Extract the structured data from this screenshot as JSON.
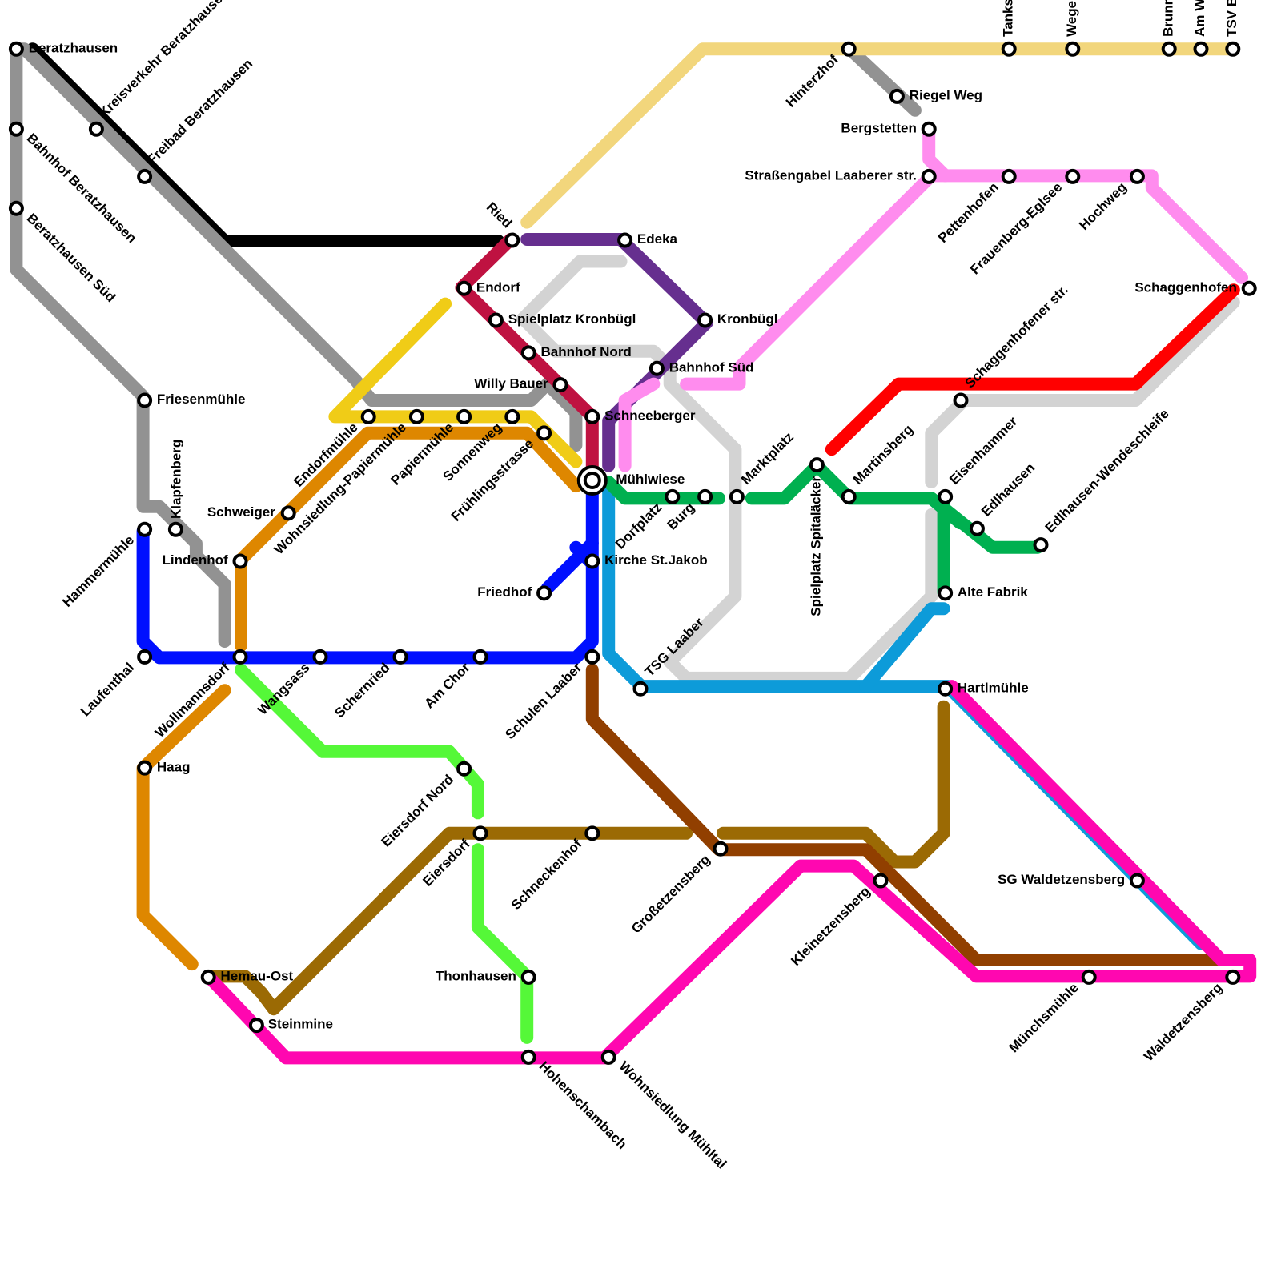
{
  "lines": [
    {
      "id": "black",
      "color": "#000000"
    },
    {
      "id": "grey",
      "color": "#929292"
    },
    {
      "id": "lightgrey",
      "color": "#d3d3d3"
    },
    {
      "id": "sand",
      "color": "#f2d67c"
    },
    {
      "id": "yellow",
      "color": "#f0cc17"
    },
    {
      "id": "orange",
      "color": "#de8700"
    },
    {
      "id": "crimson",
      "color": "#bf1241"
    },
    {
      "id": "purple",
      "color": "#662f8f"
    },
    {
      "id": "pink",
      "color": "#ff8cee"
    },
    {
      "id": "blue",
      "color": "#0010ff"
    },
    {
      "id": "lightblue",
      "color": "#0d9bd9"
    },
    {
      "id": "green",
      "color": "#00b050"
    },
    {
      "id": "lime",
      "color": "#55f838"
    },
    {
      "id": "olive",
      "color": "#9b6a04"
    },
    {
      "id": "brown",
      "color": "#913f00"
    },
    {
      "id": "magenta",
      "color": "#ff07b0"
    },
    {
      "id": "red",
      "color": "#ff0000"
    }
  ],
  "stations": [
    {
      "id": "beratzhausen",
      "name": "Beratzhausen"
    },
    {
      "id": "bahnhof-beratzhausen",
      "name": "Bahnhof Beratzhausen"
    },
    {
      "id": "beratzhausen-sued",
      "name": "Beratzhausen Süd"
    },
    {
      "id": "kreisverkehr",
      "name": "Kreisverkehr Beratzhausen"
    },
    {
      "id": "freibad",
      "name": "Freibad Beratzhausen"
    },
    {
      "id": "friesenmuehle",
      "name": "Friesenmühle"
    },
    {
      "id": "klapfenberg",
      "name": "Klapfenberg"
    },
    {
      "id": "hammermuehle",
      "name": "Hammermühle"
    },
    {
      "id": "laufenthal",
      "name": "Laufenthal"
    },
    {
      "id": "haag",
      "name": "Haag"
    },
    {
      "id": "hemau-ost",
      "name": "Hemau-Ost"
    },
    {
      "id": "steinmine",
      "name": "Steinmine"
    },
    {
      "id": "schweiger",
      "name": "Schweiger"
    },
    {
      "id": "lindenhof",
      "name": "Lindenhof"
    },
    {
      "id": "wollmannsdorf",
      "name": "Wollmannsdorf"
    },
    {
      "id": "wangsass",
      "name": "Wangsass"
    },
    {
      "id": "schernried",
      "name": "Schernried"
    },
    {
      "id": "am-chor",
      "name": "Am Chor"
    },
    {
      "id": "schulen-laaber",
      "name": "Schulen Laaber"
    },
    {
      "id": "endorfmuehle",
      "name": "Endorfmühle"
    },
    {
      "id": "wohnsiedlung-papiermuehle",
      "name": "Wohnsiedlung-Papiermühle"
    },
    {
      "id": "papiermuehle",
      "name": "Papiermühle"
    },
    {
      "id": "sonnenweg",
      "name": "Sonnenweg"
    },
    {
      "id": "fruehlingsstrasse",
      "name": "Frühlingsstrasse"
    },
    {
      "id": "ried",
      "name": "Ried"
    },
    {
      "id": "endorf",
      "name": "Endorf"
    },
    {
      "id": "spielplatz-kronbuegl",
      "name": "Spielplatz Kronbügl"
    },
    {
      "id": "bahnhof-nord",
      "name": "Bahnhof Nord"
    },
    {
      "id": "willy-bauer",
      "name": "Willy Bauer"
    },
    {
      "id": "schneeberger",
      "name": "Schneeberger"
    },
    {
      "id": "muehlwiese",
      "name": "Mühlwiese"
    },
    {
      "id": "edeka",
      "name": "Edeka"
    },
    {
      "id": "kronbuegl",
      "name": "Kronbügl"
    },
    {
      "id": "bahnhof-sued",
      "name": "Bahnhof Süd"
    },
    {
      "id": "friedhof",
      "name": "Friedhof"
    },
    {
      "id": "kirche",
      "name": "Kirche St.Jakob"
    },
    {
      "id": "dorfplatz",
      "name": "Dorfplatz"
    },
    {
      "id": "burg",
      "name": "Burg"
    },
    {
      "id": "marktplatz",
      "name": "Marktplatz"
    },
    {
      "id": "spielplatz-spitalaecker",
      "name": "Spielplatz Spitaläcker"
    },
    {
      "id": "martinsberg",
      "name": "Martinsberg"
    },
    {
      "id": "tsg-laaber",
      "name": "TSG Laaber"
    },
    {
      "id": "eiersdorf-nord",
      "name": "Eiersdorf Nord"
    },
    {
      "id": "eiersdorf",
      "name": "Eiersdorf"
    },
    {
      "id": "schneckenhof",
      "name": "Schneckenhof"
    },
    {
      "id": "grossetzensberg",
      "name": "Großetzensberg"
    },
    {
      "id": "thonhausen",
      "name": "Thonhausen"
    },
    {
      "id": "hohenschambach",
      "name": "Hohenschambach"
    },
    {
      "id": "wohnsiedlung-muehltal",
      "name": "Wohnsiedlung Mühltal"
    },
    {
      "id": "kleinetzensberg",
      "name": "Kleinetzensberg"
    },
    {
      "id": "hinterzhof",
      "name": "Hinterzhof"
    },
    {
      "id": "riegel-weg",
      "name": "Riegel Weg"
    },
    {
      "id": "bergstetten",
      "name": "Bergstetten"
    },
    {
      "id": "strassengabel",
      "name": "Straßengabel Laaberer str."
    },
    {
      "id": "tankstelle",
      "name": "Tankstelle"
    },
    {
      "id": "pettenhofen",
      "name": "Pettenhofen"
    },
    {
      "id": "wegekreuz",
      "name": "Wegekreuz"
    },
    {
      "id": "frauenberg",
      "name": "Frauenberg-Eglsee"
    },
    {
      "id": "hochweg",
      "name": "Hochweg"
    },
    {
      "id": "brunn",
      "name": "Brunn"
    },
    {
      "id": "am-werkschlag",
      "name": "Am Werkschlag"
    },
    {
      "id": "tsv-brunn",
      "name": "TSV Brunn"
    },
    {
      "id": "schaggenhofen",
      "name": "Schaggenhofen"
    },
    {
      "id": "schaggenhofener-str",
      "name": "Schaggenhofener str."
    },
    {
      "id": "eisenhammer",
      "name": "Eisenhammer"
    },
    {
      "id": "edlhausen",
      "name": "Edlhausen"
    },
    {
      "id": "edlhausen-wendeschleife",
      "name": "Edlhausen-Wendeschleife"
    },
    {
      "id": "alte-fabrik",
      "name": "Alte Fabrik"
    },
    {
      "id": "hartlmuehle",
      "name": "Hartlmühle"
    },
    {
      "id": "sg-waldetzensberg",
      "name": "SG Waldetzensberg"
    },
    {
      "id": "muenchsmuehle",
      "name": "Münchsmühle"
    },
    {
      "id": "waldetzensberg",
      "name": "Waldetzensberg"
    }
  ]
}
